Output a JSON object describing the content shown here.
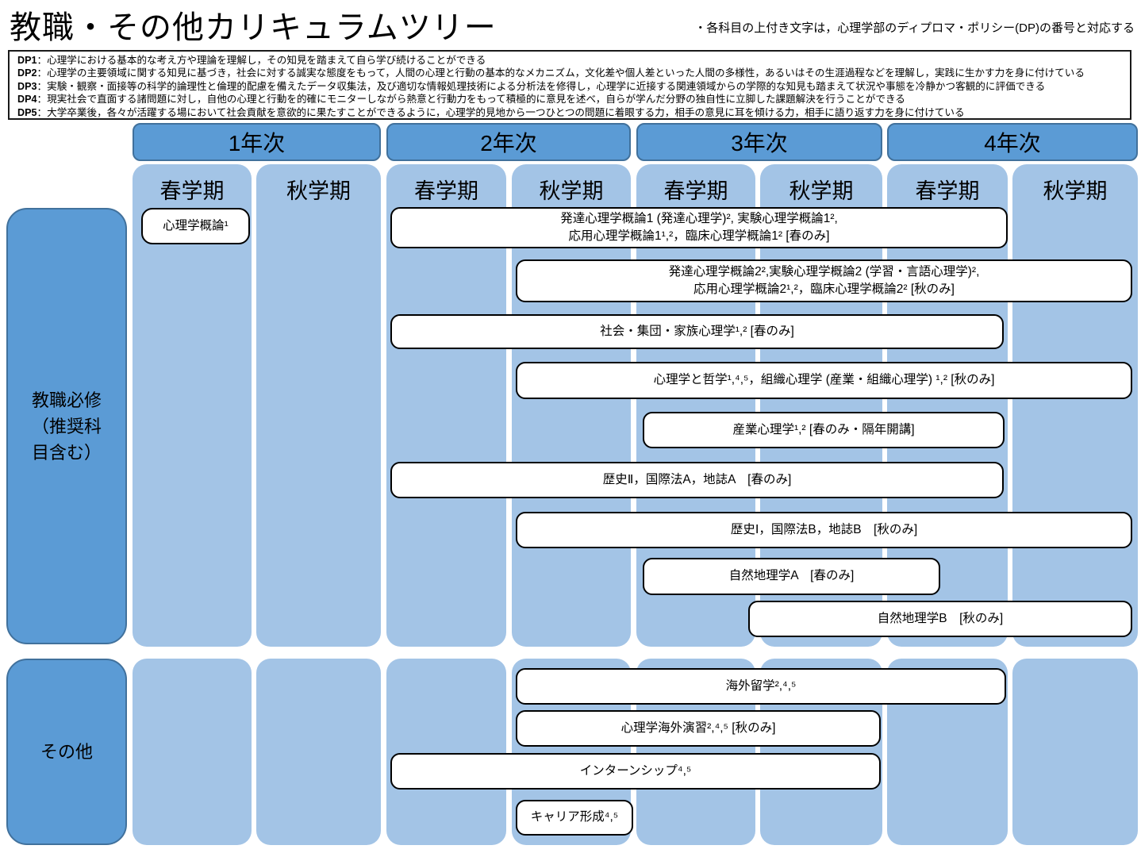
{
  "title": "教職・その他カリキュラムツリー",
  "note": "・各科目の上付き文字は，心理学部のディプロマ・ポリシー(DP)の番号と対応する",
  "dp": {
    "items": [
      {
        "label": "DP1",
        "text": "：心理学における基本的な考え方や理論を理解し，その知見を踏まえて自ら学び続けることができる"
      },
      {
        "label": "DP2",
        "text": "：心理学の主要領域に関する知見に基づき，社会に対する誠実な態度をもって，人間の心理と行動の基本的なメカニズム，文化差や個人差といった人間の多様性，あるいはその生涯過程などを理解し，実践に生かす力を身に付けている"
      },
      {
        "label": "DP3",
        "text": "：実験・観察・面接等の科学的論理性と倫理的配慮を備えたデータ収集法，及び適切な情報処理技術による分析法を修得し，心理学に近接する関連領域からの学際的な知見も踏まえて状況や事態を冷静かつ客観的に評価できる"
      },
      {
        "label": "DP4",
        "text": "：現実社会で直面する諸問題に対し，自他の心理と行動を的確にモニターしながら熱意と行動力をもって積極的に意見を述べ，自らが学んだ分野の独自性に立脚した課題解決を行うことができる"
      },
      {
        "label": "DP5",
        "text": "：大学卒業後，各々が活躍する場において社会貢献を意欲的に果たすことができるように，心理学的見地から一つひとつの問題に着眼する力，相手の意見に耳を傾ける力，相手に語り返す力を身に付けている"
      }
    ]
  },
  "years": [
    {
      "label": "1年次"
    },
    {
      "label": "2年次"
    },
    {
      "label": "3年次"
    },
    {
      "label": "4年次"
    }
  ],
  "semesters": {
    "spring": "春学期",
    "fall": "秋学期"
  },
  "sections": [
    {
      "label": "教職必修\n（推奨科\n目含む）"
    },
    {
      "label": "その他"
    }
  ],
  "courses": [
    {
      "text": "心理学概論¹"
    },
    {
      "text": "発達心理学概論1 (発達心理学)², 実験心理学概論1²,\n応用心理学概論1¹,²，臨床心理学概論1² [春のみ]"
    },
    {
      "text": "発達心理学概論2²,実験心理学概論2 (学習・言語心理学)²,\n応用心理学概論2¹,²，臨床心理学概論2² [秋のみ]"
    },
    {
      "text": "社会・集団・家族心理学¹,²  [春のみ]"
    },
    {
      "text": "心理学と哲学¹,⁴,⁵，組織心理学 (産業・組織心理学) ¹,²  [秋のみ]"
    },
    {
      "text": "産業心理学¹,²  [春のみ・隔年開講]"
    },
    {
      "text": "歴史Ⅱ，国際法A，地誌A　[春のみ]"
    },
    {
      "text": "歴史Ⅰ，国際法B，地誌B　[秋のみ]"
    },
    {
      "text": "自然地理学A　[春のみ]"
    },
    {
      "text": "自然地理学B　[秋のみ]"
    },
    {
      "text": "海外留学²,⁴,⁵"
    },
    {
      "text": "心理学海外演習²,⁴,⁵  [秋のみ]"
    },
    {
      "text": "インターンシップ⁴,⁵"
    },
    {
      "text": "キャリア形成⁴,⁵"
    }
  ],
  "colors": {
    "year_fill": "#5B9BD5",
    "year_border": "#41719C",
    "column_fill": "#A3C4E6",
    "course_fill": "#FFFFFF",
    "course_border": "#000000"
  }
}
